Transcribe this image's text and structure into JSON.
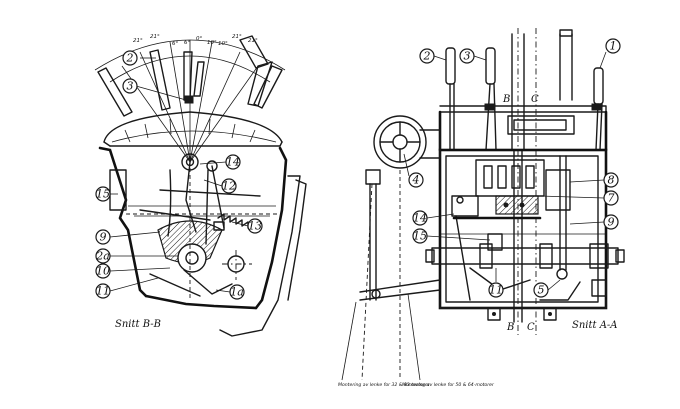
{
  "views": {
    "left_title": "Snitt B-B",
    "right_title": "Snitt A-A"
  },
  "dimensions": [
    "21°",
    "21°",
    "6°",
    "6°",
    "0°",
    "10°",
    "10°",
    "21°",
    "21°"
  ],
  "notes": {
    "note1": "Montering av lenke for 32 & 83 motorer",
    "note2": "Montering av lenke for 50 & 64-motorer"
  },
  "section_letters": {
    "b_top": "B",
    "c_top": "C",
    "b_bottom": "B",
    "c_bottom": "C"
  },
  "balloons_left": [
    "2",
    "3",
    "14",
    "12",
    "13",
    "15",
    "9",
    "2a",
    "10",
    "11",
    "1a"
  ],
  "balloons_right": [
    "2",
    "3",
    "1",
    "4",
    "8",
    "7",
    "14",
    "15",
    "9",
    "11",
    "5"
  ]
}
